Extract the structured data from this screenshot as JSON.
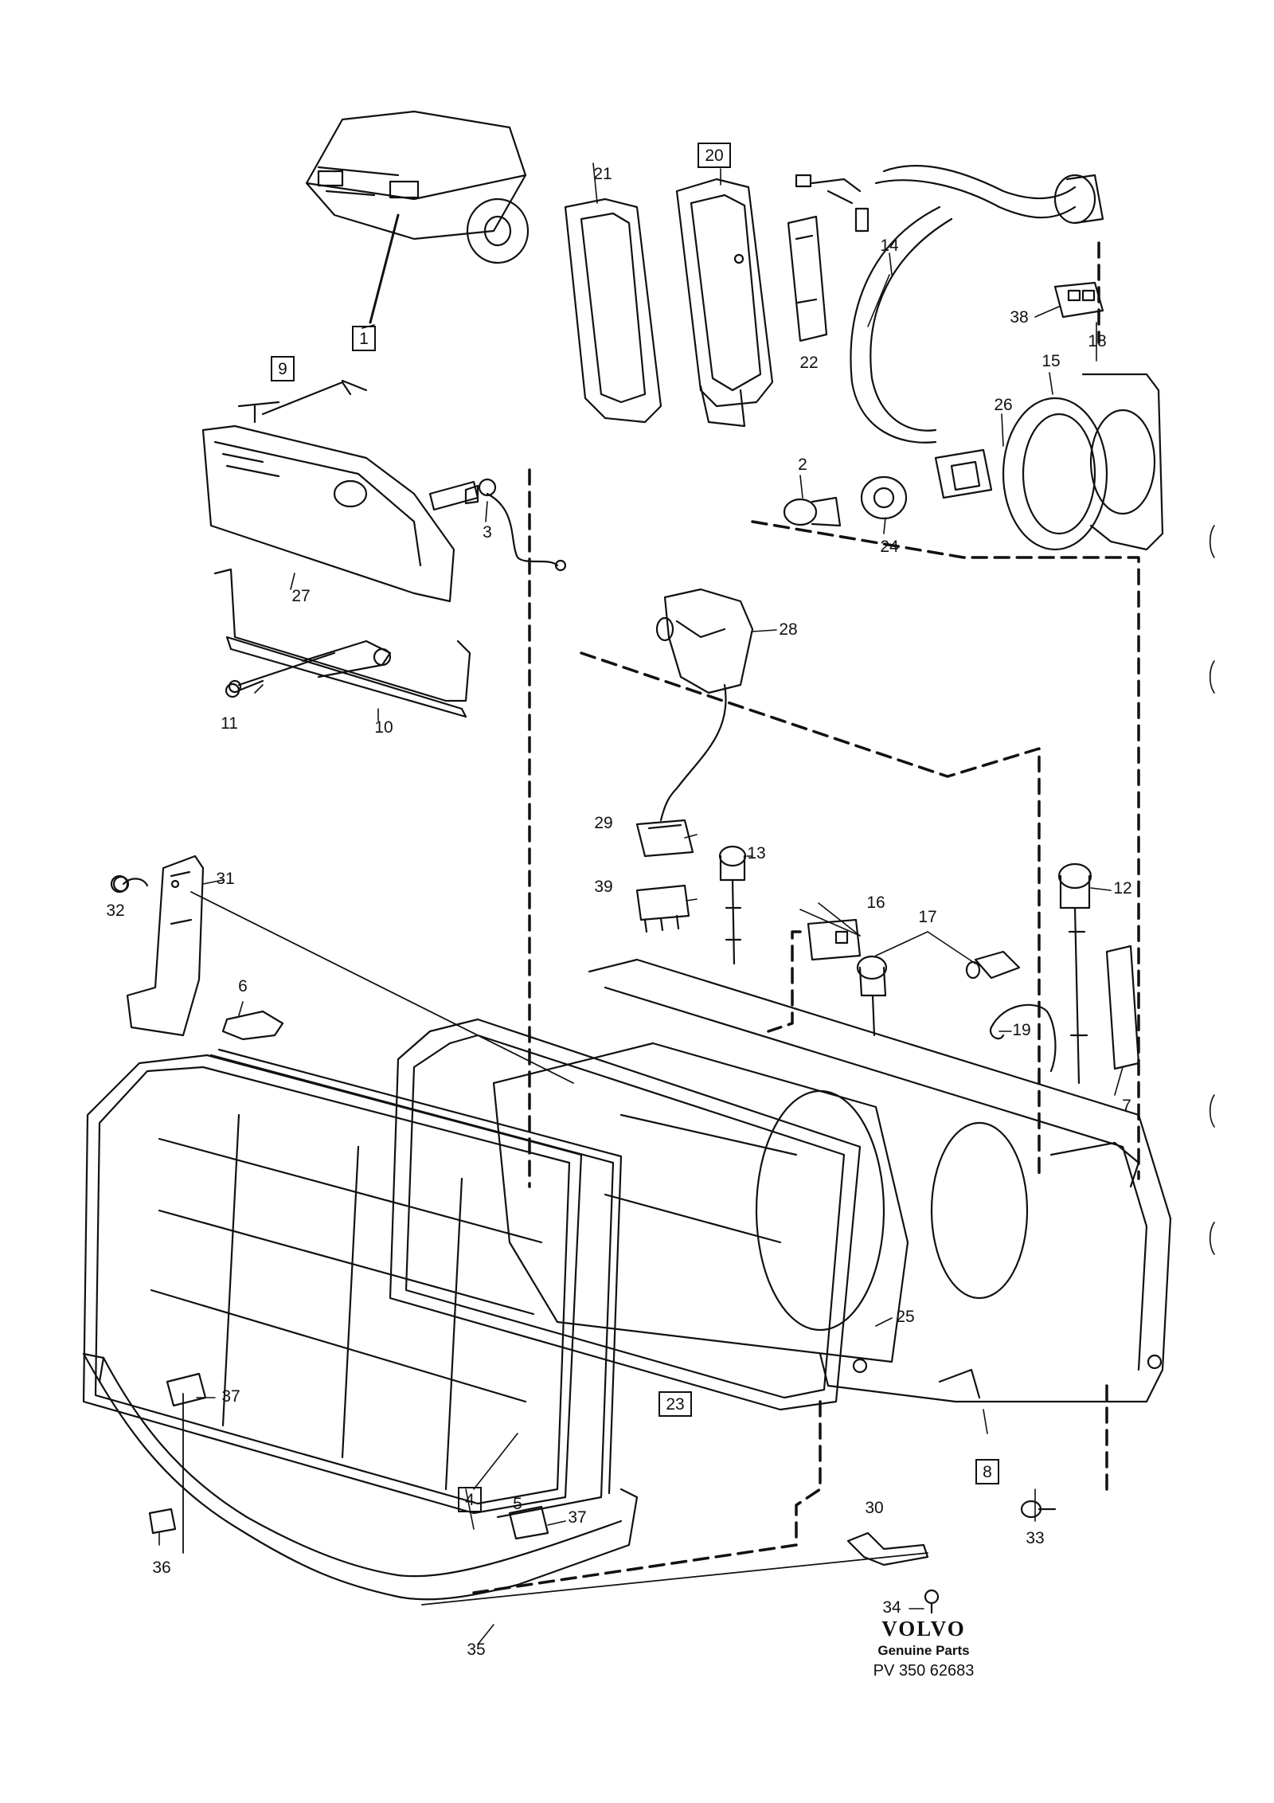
{
  "diagram": {
    "part_labels": [
      {
        "id": "1",
        "boxed": true
      },
      {
        "id": "2",
        "boxed": false
      },
      {
        "id": "3",
        "boxed": false
      },
      {
        "id": "4",
        "boxed": true
      },
      {
        "id": "5",
        "boxed": false
      },
      {
        "id": "6",
        "boxed": false
      },
      {
        "id": "7",
        "boxed": false
      },
      {
        "id": "8",
        "boxed": true
      },
      {
        "id": "9",
        "boxed": true
      },
      {
        "id": "10",
        "boxed": false
      },
      {
        "id": "11",
        "boxed": false
      },
      {
        "id": "12",
        "boxed": false
      },
      {
        "id": "13",
        "boxed": false
      },
      {
        "id": "14",
        "boxed": false
      },
      {
        "id": "15",
        "boxed": false
      },
      {
        "id": "16",
        "boxed": false
      },
      {
        "id": "17",
        "boxed": false
      },
      {
        "id": "18",
        "boxed": false
      },
      {
        "id": "19",
        "boxed": false
      },
      {
        "id": "20",
        "boxed": true
      },
      {
        "id": "21",
        "boxed": false
      },
      {
        "id": "22",
        "boxed": false
      },
      {
        "id": "23",
        "boxed": true
      },
      {
        "id": "24",
        "boxed": false
      },
      {
        "id": "25",
        "boxed": false
      },
      {
        "id": "26",
        "boxed": false
      },
      {
        "id": "27",
        "boxed": false
      },
      {
        "id": "28",
        "boxed": false
      },
      {
        "id": "29",
        "boxed": false
      },
      {
        "id": "30",
        "boxed": false
      },
      {
        "id": "31",
        "boxed": false
      },
      {
        "id": "32",
        "boxed": false
      },
      {
        "id": "33",
        "boxed": false
      },
      {
        "id": "34",
        "boxed": false
      },
      {
        "id": "35",
        "boxed": false
      },
      {
        "id": "36",
        "boxed": false
      },
      {
        "id": "37a",
        "text": "37",
        "boxed": false
      },
      {
        "id": "37b",
        "text": "37",
        "boxed": false
      },
      {
        "id": "38",
        "boxed": false
      },
      {
        "id": "39",
        "boxed": false
      }
    ]
  },
  "brand": {
    "logo": "VOLVO",
    "subtitle": "Genuine Parts",
    "code": "PV 350 62683"
  },
  "colors": {
    "ink": "#111111",
    "paper": "#ffffff"
  }
}
